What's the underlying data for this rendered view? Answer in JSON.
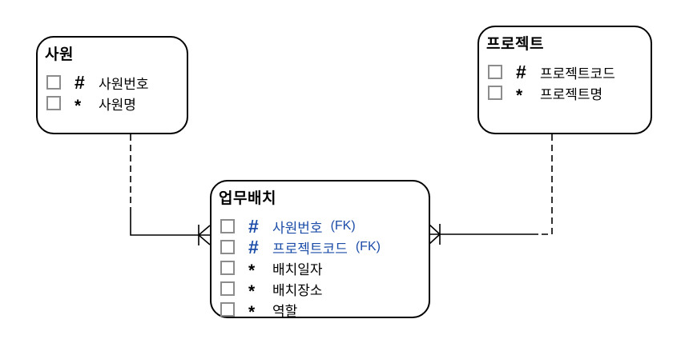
{
  "diagram": {
    "type": "entity-relationship-diagram",
    "notation": "barker-crow-foot",
    "colors": {
      "entity_border": "#000000",
      "entity_background": "#ffffff",
      "text": "#000000",
      "fk_text": "#1B4CA8",
      "checkbox_border": "#8c8c8c",
      "relationship_line": "#000000"
    },
    "entities": [
      {
        "id": "employee",
        "title": "사원",
        "attributes": [
          {
            "prefix": "#",
            "label": "사원번호"
          },
          {
            "prefix": "*",
            "label": "사원명"
          }
        ]
      },
      {
        "id": "project",
        "title": "프로젝트",
        "attributes": [
          {
            "prefix": "#",
            "label": "프로젝트코드"
          },
          {
            "prefix": "*",
            "label": "프로젝트명"
          }
        ]
      },
      {
        "id": "assignment",
        "title": "업무배치",
        "attributes": [
          {
            "prefix": "#",
            "label": "사원번호",
            "suffix": "(FK)",
            "fk": true
          },
          {
            "prefix": "#",
            "label": "프로젝트코드",
            "suffix": "(FK)",
            "fk": true
          },
          {
            "prefix": "*",
            "label": "배치일자"
          },
          {
            "prefix": "*",
            "label": "배치장소"
          },
          {
            "prefix": "*",
            "label": "역할"
          }
        ]
      }
    ],
    "relationships": [
      {
        "from": "사원",
        "to": "업무배치",
        "cardinality": "one-to-many",
        "many_end": "업무배치",
        "dashed_end": "사원"
      },
      {
        "from": "프로젝트",
        "to": "업무배치",
        "cardinality": "one-to-many",
        "many_end": "업무배치",
        "dashed_end": "프로젝트"
      }
    ]
  }
}
